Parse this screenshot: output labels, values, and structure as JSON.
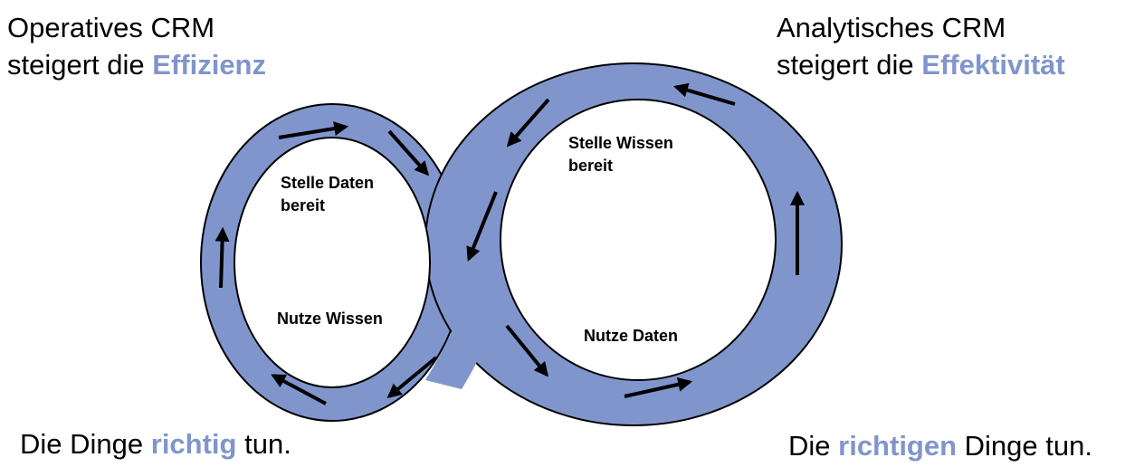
{
  "top_left": {
    "line1": "Operatives CRM",
    "line2_prefix": "steigert die ",
    "line2_accent": "Effizienz"
  },
  "top_right": {
    "line1": "Analytisches CRM",
    "line2_prefix": "steigert die ",
    "line2_accent": "Effektivität"
  },
  "bottom_left": {
    "prefix": "Die Dinge ",
    "accent": "richtig",
    "suffix": " tun."
  },
  "bottom_right": {
    "prefix": "Die ",
    "accent": "richtigen",
    "suffix": " Dinge tun."
  },
  "left_loop": {
    "label_top_1": "Stelle Daten",
    "label_top_2": "bereit",
    "label_bottom": "Nutze Wissen"
  },
  "right_loop": {
    "label_top_1": "Stelle Wissen",
    "label_top_2": "bereit",
    "label_bottom": "Nutze Daten"
  },
  "colors": {
    "band": "#8095cc",
    "accent": "#8095cc",
    "outline": "#000000"
  },
  "icons": [
    "cycle-arrow-icon"
  ]
}
